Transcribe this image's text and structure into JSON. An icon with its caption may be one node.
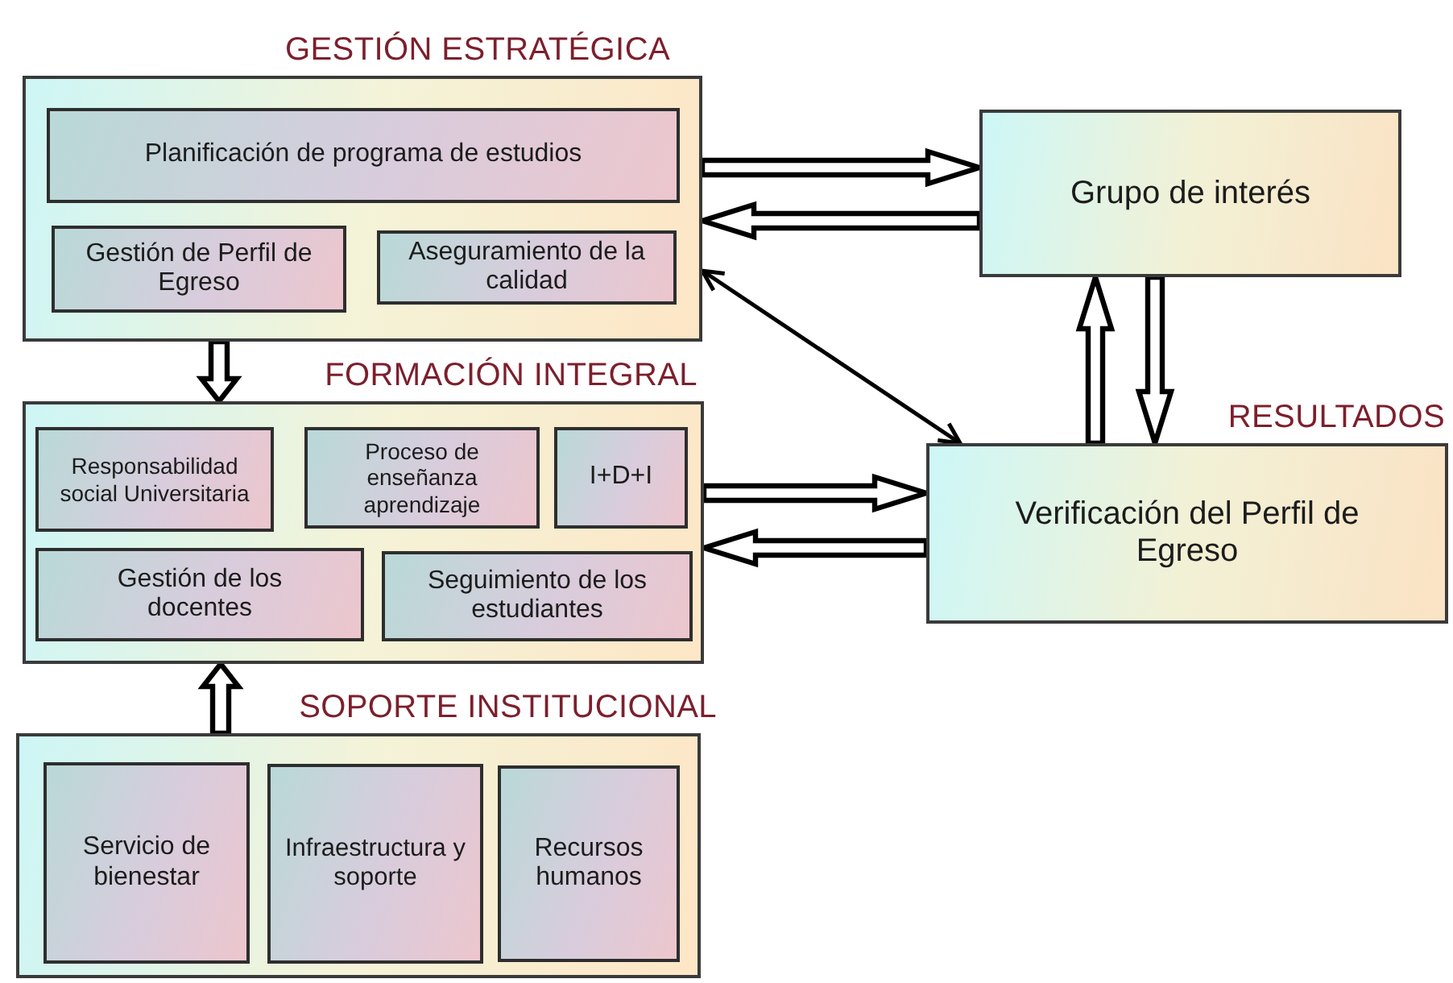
{
  "diagram": {
    "nodes": [
      {
        "text": [
          "GESTIÓN ESTRATÉGICA"
        ]
      },
      {
        "text": [
          "Planificación de programa de estudios"
        ],
        "in": 0
      },
      {
        "text": [
          "Gestión de Perfil de Egreso"
        ],
        "in": 0
      },
      {
        "text": [
          "Aseguramiento de la calidad"
        ],
        "in": 0
      },
      {
        "text": [
          "FORMACIÓN INTEGRAL"
        ]
      },
      {
        "text": [
          "Responsabilidad social Universitaria"
        ],
        "in": 4
      },
      {
        "text": [
          "Proceso de enseñanza aprendizaje"
        ],
        "in": 4
      },
      {
        "text": [
          "I+D+I"
        ],
        "in": 4
      },
      {
        "text": [
          "Gestión de los docentes"
        ],
        "in": 4
      },
      {
        "text": [
          "Seguimiento de los estudiantes"
        ],
        "in": 4
      },
      {
        "text": [
          "SOPORTE INSTITUCIONAL"
        ]
      },
      {
        "text": [
          "Servicio de bienestar"
        ],
        "in": 10
      },
      {
        "text": [
          "Infraestructura y soporte"
        ],
        "in": 10
      },
      {
        "text": [
          "Recursos humanos"
        ],
        "in": 10
      },
      {
        "text": [
          "Grupo de interés"
        ]
      },
      {
        "text": [
          "RESULTADOS",
          "Verificación del Perfil de Egreso"
        ]
      }
    ],
    "edges": [
      {
        "from": 0,
        "to": 14,
        "arrow": "to",
        "style": "thick"
      },
      {
        "from": 14,
        "to": 0,
        "arrow": "to",
        "style": "thick"
      },
      {
        "from": 0,
        "to": 15,
        "arrow": "both"
      },
      {
        "from": 15,
        "to": 14,
        "arrow": "to",
        "style": "thick"
      },
      {
        "from": 14,
        "to": 15,
        "arrow": "to",
        "style": "thick"
      },
      {
        "from": 4,
        "to": 15,
        "arrow": "to",
        "style": "thick"
      },
      {
        "from": 15,
        "to": 4,
        "arrow": "to",
        "style": "thick"
      },
      {
        "from": 0,
        "to": 4,
        "arrow": "to",
        "style": "thick"
      },
      {
        "from": 10,
        "to": 4,
        "arrow": "to",
        "style": "thick"
      }
    ]
  }
}
